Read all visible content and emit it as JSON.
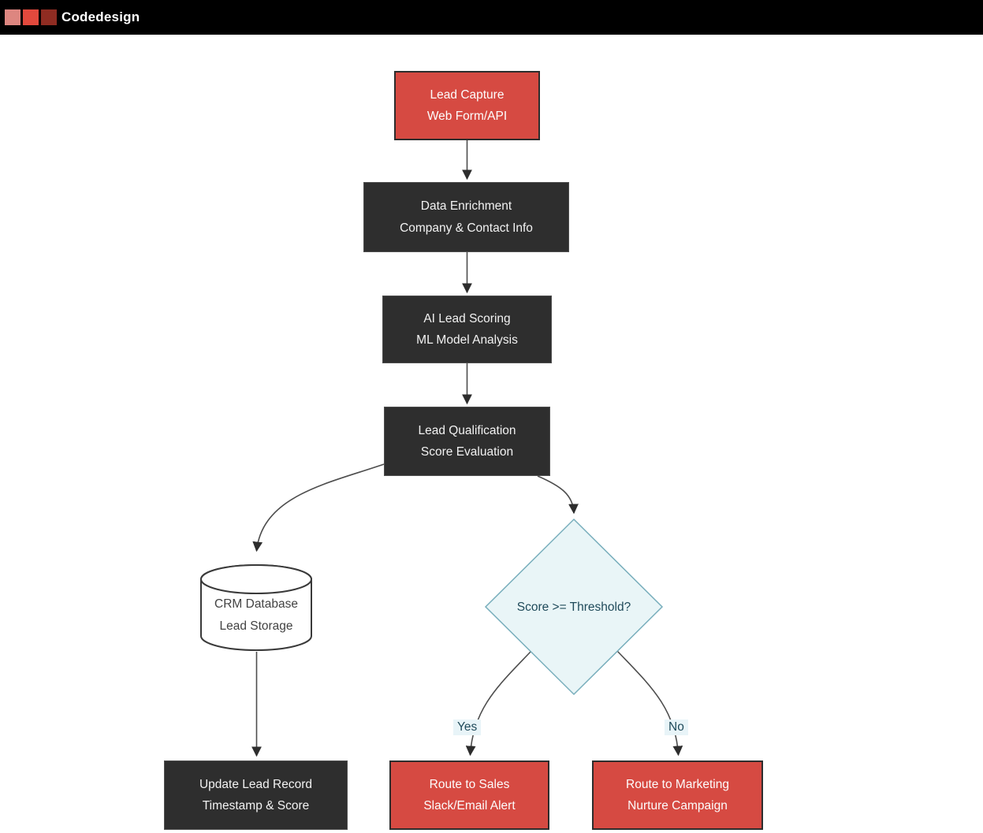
{
  "header": {
    "brand": "Codedesign",
    "logo_squares": [
      "#dd8680",
      "#e2493d",
      "#8f2c22"
    ]
  },
  "colors": {
    "red": "#d64a42",
    "red-border": "#2d2d2d",
    "dark": "#2e2e2e",
    "diamond_fill": "#e9f5f7",
    "diamond_border": "#78aebc",
    "teal_text": "#1f4a5a",
    "edge": "#4d4d4d",
    "arrow": "#2d2d2d",
    "header": "#000000",
    "canvas": "#ffffff"
  },
  "flowchart": {
    "nodes": [
      {
        "id": "lead-capture",
        "type": "process",
        "style": "red",
        "line1": "Lead Capture",
        "line2": "Web Form/API"
      },
      {
        "id": "data-enrichment",
        "type": "process",
        "style": "dark",
        "line1": "Data Enrichment",
        "line2": "Company & Contact Info"
      },
      {
        "id": "ai-lead-scoring",
        "type": "process",
        "style": "dark",
        "line1": "AI Lead Scoring",
        "line2": "ML Model Analysis"
      },
      {
        "id": "lead-qualification",
        "type": "process",
        "style": "dark",
        "line1": "Lead Qualification",
        "line2": "Score Evaluation"
      },
      {
        "id": "crm-database",
        "type": "database",
        "style": "cylinder",
        "line1": "CRM Database",
        "line2": "Lead Storage"
      },
      {
        "id": "score-threshold",
        "type": "decision",
        "style": "diamond",
        "line1": "Score >= Threshold?"
      },
      {
        "id": "update-lead-record",
        "type": "process",
        "style": "dark",
        "line1": "Update Lead Record",
        "line2": "Timestamp & Score"
      },
      {
        "id": "route-to-sales",
        "type": "process",
        "style": "red",
        "line1": "Route to Sales",
        "line2": "Slack/Email Alert"
      },
      {
        "id": "route-to-marketing",
        "type": "process",
        "style": "red",
        "line1": "Route to Marketing",
        "line2": "Nurture Campaign"
      }
    ],
    "edge_labels": {
      "yes": "Yes",
      "no": "No"
    }
  }
}
